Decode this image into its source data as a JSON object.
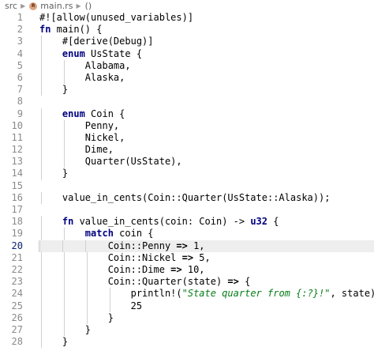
{
  "breadcrumb": {
    "folder": "src",
    "file": "main.rs",
    "symbol": "()"
  },
  "editor": {
    "active_line": 20,
    "line_numbers": [
      "1",
      "2",
      "3",
      "4",
      "5",
      "6",
      "7",
      "8",
      "9",
      "10",
      "11",
      "12",
      "13",
      "14",
      "15",
      "16",
      "17",
      "18",
      "19",
      "20",
      "21",
      "22",
      "23",
      "24",
      "25",
      "26",
      "27",
      "28"
    ],
    "lines": [
      "#![allow(unused_variables)]",
      "fn main() {",
      "    #[derive(Debug)]",
      "    enum UsState {",
      "        Alabama,",
      "        Alaska,",
      "    }",
      "",
      "    enum Coin {",
      "        Penny,",
      "        Nickel,",
      "        Dime,",
      "        Quarter(UsState),",
      "    }",
      "",
      "    value_in_cents(Coin::Quarter(UsState::Alaska));",
      "",
      "    fn value_in_cents(coin: Coin) -> u32 {",
      "        match coin {",
      "            Coin::Penny => 1,",
      "            Coin::Nickel => 5,",
      "            Coin::Dime => 10,",
      "            Coin::Quarter(state) => {",
      "                println!(\"State quarter from {:?}!\", state);",
      "                25",
      "            }",
      "        }",
      "    }"
    ]
  }
}
